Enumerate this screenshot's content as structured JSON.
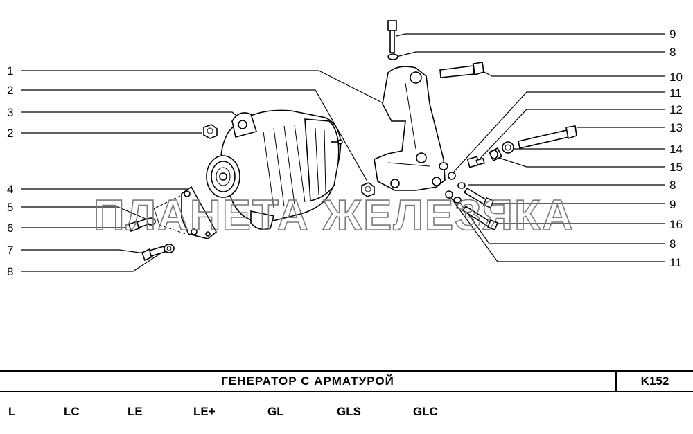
{
  "watermark": "ПЛАНЕТА ЖЕЛЕЗЯКА",
  "callouts_left": [
    "1",
    "2",
    "3",
    "2",
    "4",
    "5",
    "6",
    "7",
    "8"
  ],
  "callouts_right": [
    "9",
    "8",
    "10",
    "11",
    "12",
    "13",
    "14",
    "15",
    "8",
    "9",
    "16",
    "8",
    "11"
  ],
  "title": "ГЕНЕРАТОР С АРМАТУРОЙ",
  "code": "K152",
  "variants": [
    "L",
    "LC",
    "LE",
    "LE+",
    "GL",
    "GLS",
    "GLC"
  ]
}
